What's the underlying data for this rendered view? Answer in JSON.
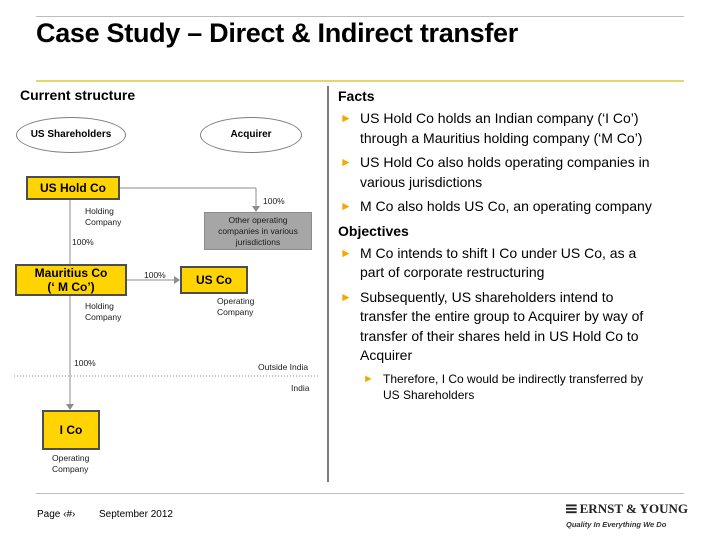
{
  "title": "Case Study – Direct & Indirect transfer",
  "diagram": {
    "heading": "Current structure",
    "us_shareholders": "US Shareholders",
    "acquirer": "Acquirer",
    "us_hold_co": "US Hold Co",
    "us_hold_co_note": "Holding Company",
    "pct_other": "100%",
    "other_companies": "Other operating companies in various jurisdictions",
    "pct_mauritius": "100%",
    "mauritius_line1": "Mauritius Co",
    "mauritius_line2": "(‘ M Co’)",
    "pct_us_co": "100%",
    "us_co": "US Co",
    "us_co_note": "Operating Company",
    "mauritius_note": "Holding Company",
    "pct_i_co": "100%",
    "outside_india": "Outside India",
    "india": "India",
    "i_co": "I Co",
    "i_co_note": "Operating Company"
  },
  "facts": {
    "heading": "Facts",
    "items": [
      "US Hold Co holds an Indian company (‘I Co’) through a Mauritius holding company (‘M Co’)",
      "US Hold Co also holds operating companies in various jurisdictions",
      "M Co also holds US Co, an operating company"
    ]
  },
  "objectives": {
    "heading": "Objectives",
    "items": [
      "M Co intends to shift I Co under US Co, as a part of corporate restructuring",
      "Subsequently, US shareholders intend to transfer the entire group to Acquirer by way of transfer of their shares held in US Hold Co to Acquirer"
    ],
    "sub_items": [
      "Therefore, I Co would be indirectly transferred by US Shareholders"
    ]
  },
  "footer": {
    "page": "Page ‹#›",
    "date": "September 2012",
    "logo_name": "ERNST & YOUNG",
    "logo_tagline": "Quality In Everything We Do"
  },
  "colors": {
    "entity_fill": "#ffd400",
    "bullet": "#f7a800",
    "rule": "#e8d46a"
  }
}
